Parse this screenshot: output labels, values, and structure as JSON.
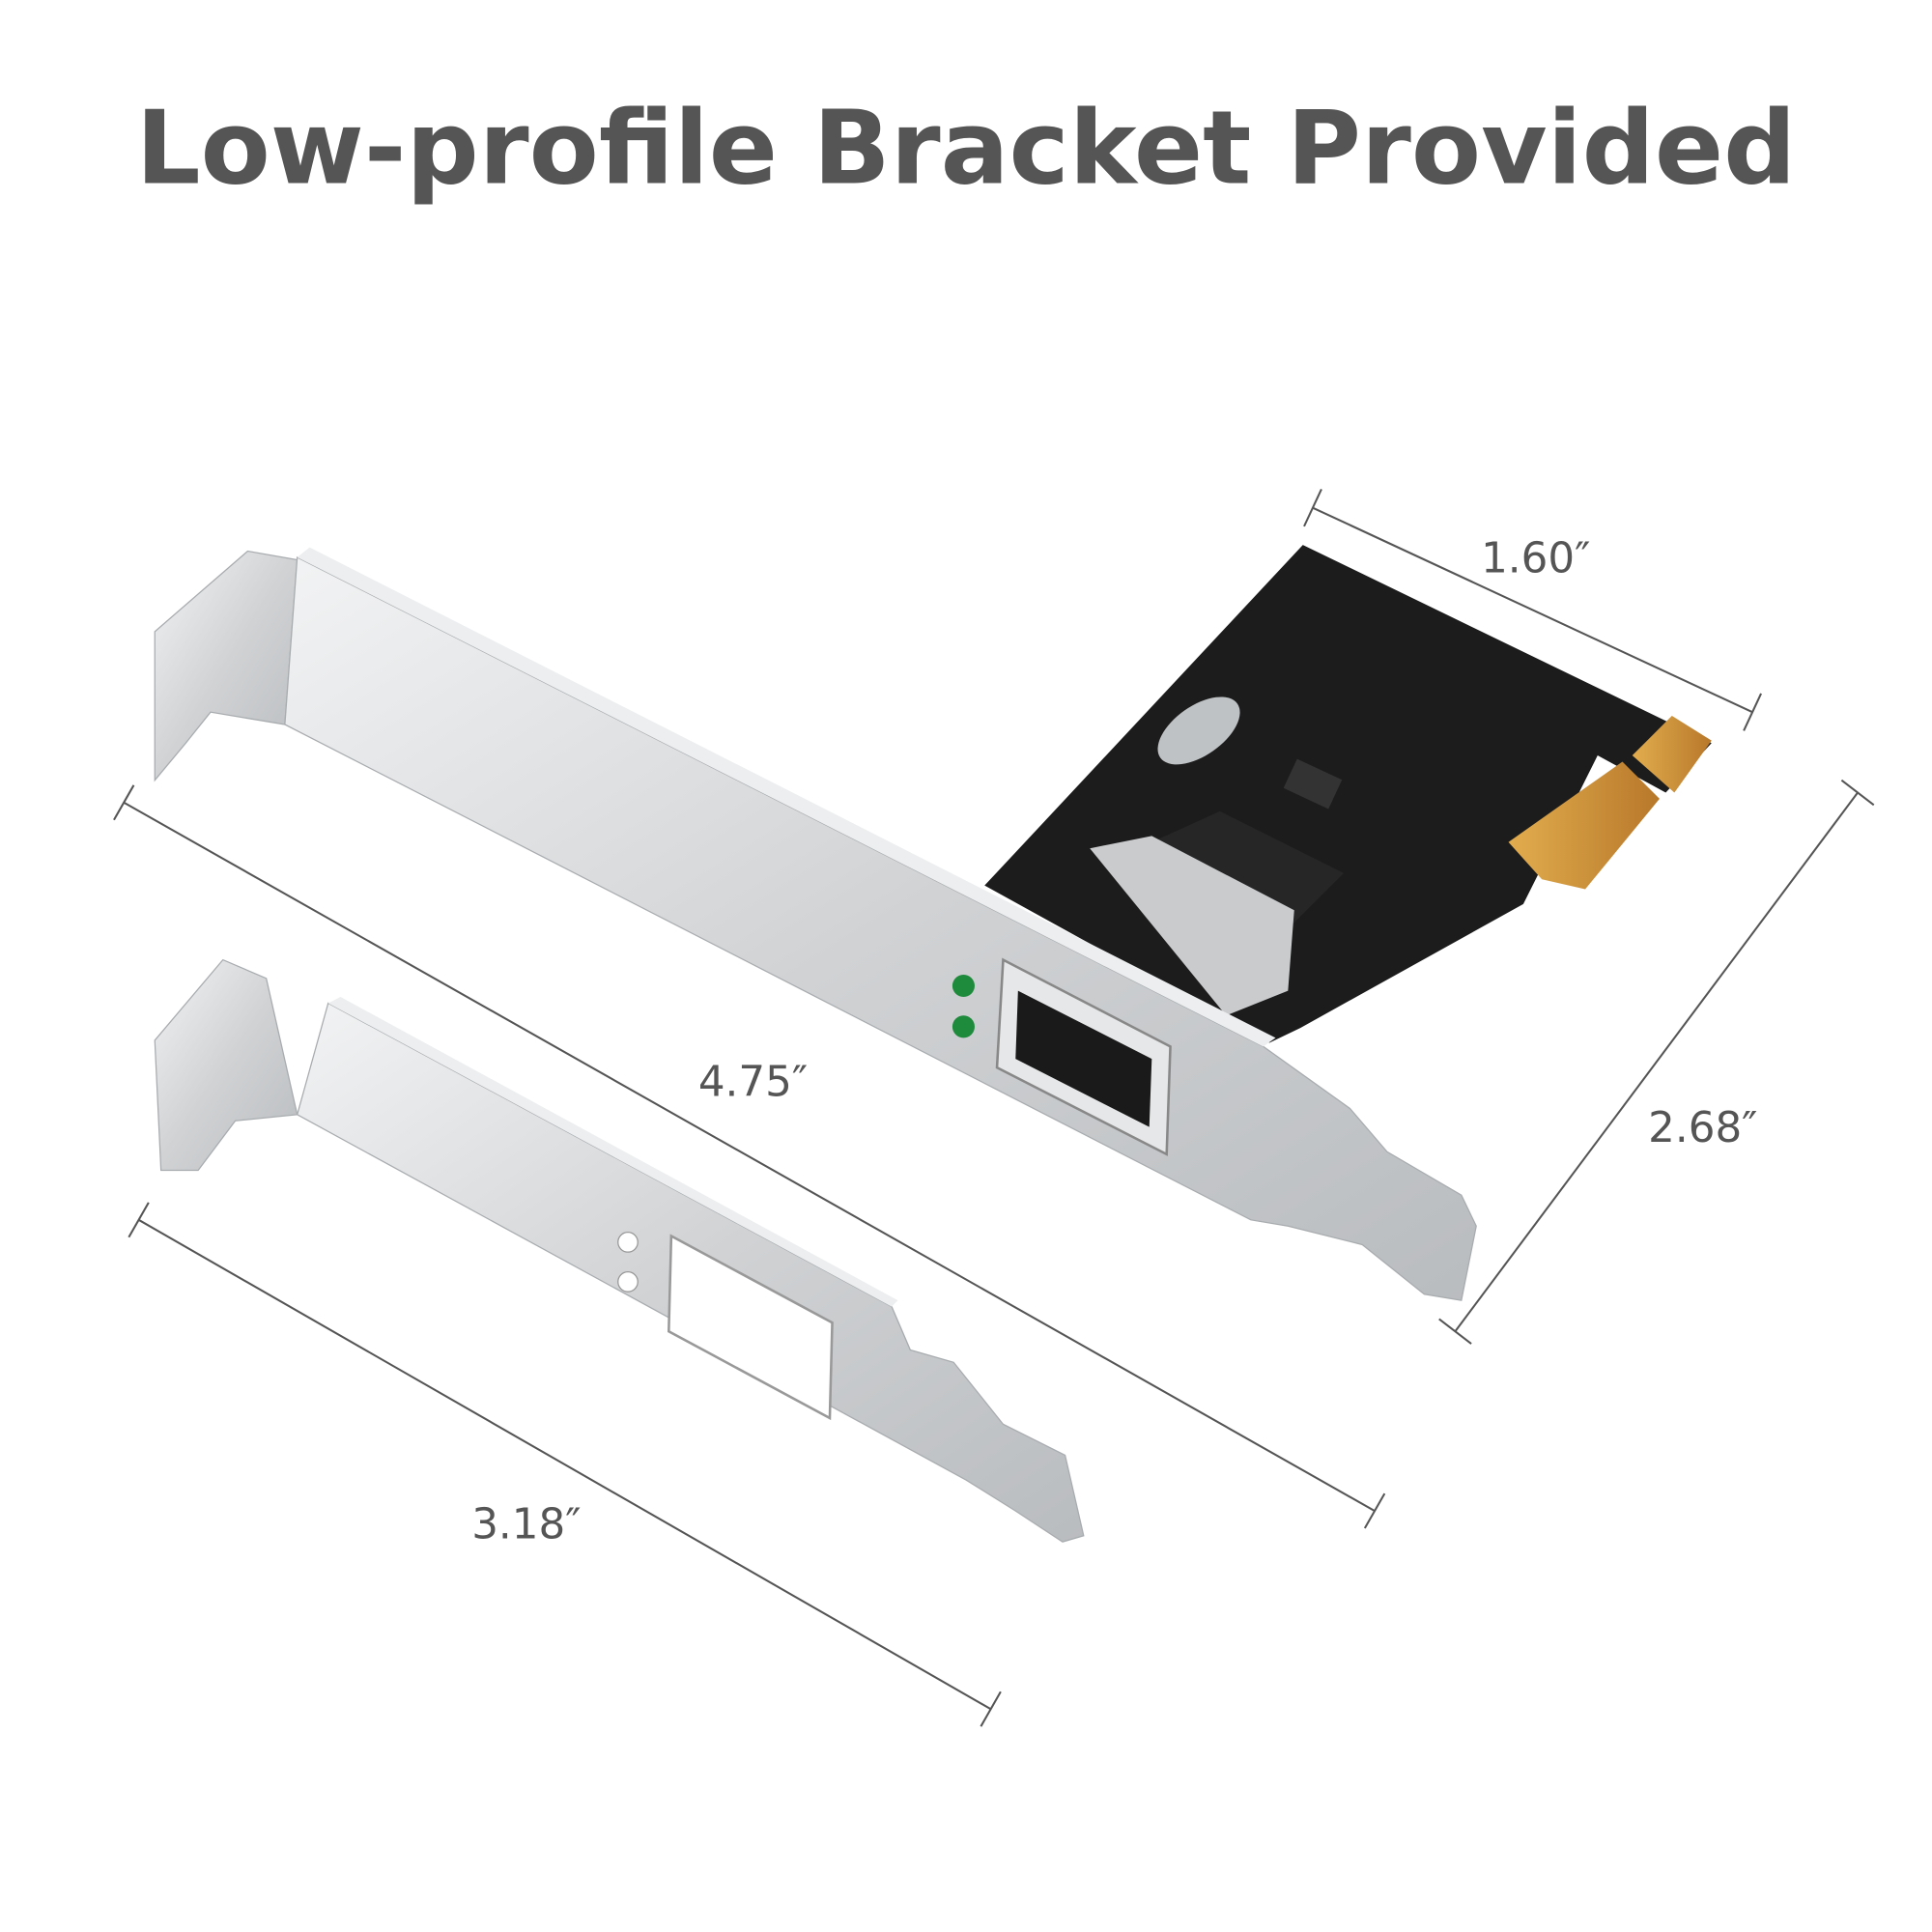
{
  "title": "Low-profile Bracket Provided",
  "dimensions": {
    "pcb_depth": "1.60″",
    "card_height": "2.68″",
    "full_bracket_length": "4.75″",
    "low_profile_bracket_length": "3.18″"
  },
  "colors": {
    "text": "#555555",
    "dimension_line": "#555555",
    "pcb": "#1c1c1c",
    "gold_fingers": "#d49a3a",
    "bracket": "#d4d6d8",
    "led": "#1e8a3c"
  }
}
